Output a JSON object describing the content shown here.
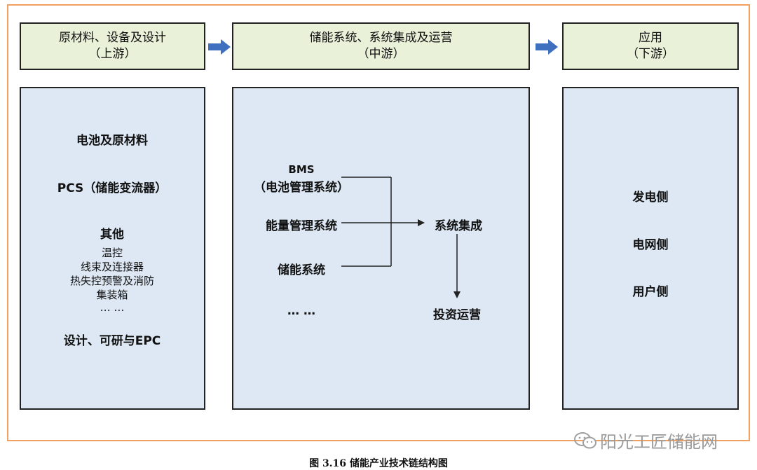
{
  "stages": [
    {
      "name": "原材料、设备及设计",
      "sub": "（上游）"
    },
    {
      "name": "储能系统、系统集成及运营",
      "sub": "（中游）"
    },
    {
      "name": "应用",
      "sub": "（下游）"
    }
  ],
  "upstream": {
    "item1": "电池及原材料",
    "item2": "PCS（储能变流器）",
    "item3": "其他",
    "others": [
      "温控",
      "线束及连接器",
      "热失控预警及消防",
      "集装箱",
      "… …"
    ],
    "item4": "设计、可研与EPC"
  },
  "midstream": {
    "bms_line1": "BMS",
    "bms_line2": "（电池管理系统）",
    "ems": "能量管理系统",
    "ess": "储能系统",
    "ellipsis": "… …",
    "integration": "系统集成",
    "operation": "投资运营"
  },
  "downstream": {
    "items": [
      "发电侧",
      "电网侧",
      "用户侧"
    ]
  },
  "caption": "图 3.16 储能产业技术链结构图",
  "watermark": "阳光工匠储能网",
  "colors": {
    "frame": "#f0a060",
    "stage_fill": "#e9f1d9",
    "panel_fill": "#dde8f4",
    "arrow": "#3f6fbf"
  }
}
